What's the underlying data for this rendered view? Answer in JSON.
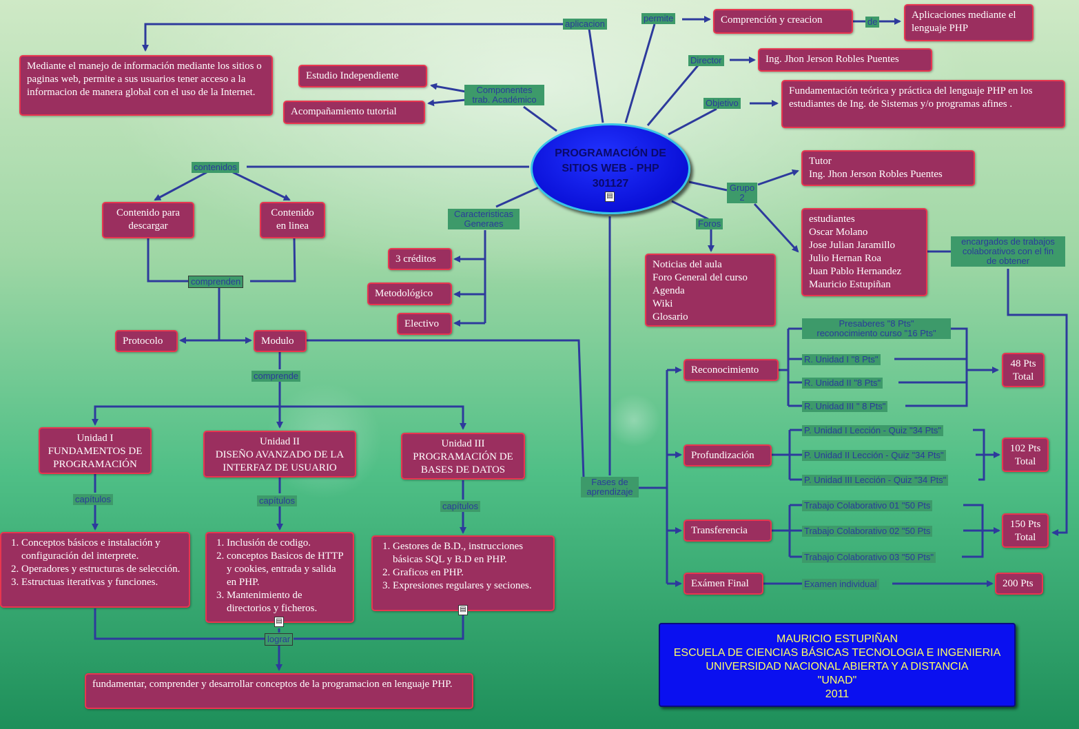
{
  "colors": {
    "node_fill": "#9b2f5f",
    "node_border": "#e8364f",
    "label_fill": "#3d9a6a",
    "label_text": "#2a3b9a",
    "line": "#2d3a9c",
    "center_fill": "#0a10d8",
    "credits_fill": "#0a10f0",
    "credits_text": "#ffff66"
  },
  "center": {
    "title": "PROGRAMACIÓN DE\nSITIOS WEB - PHP\n301127"
  },
  "labels": {
    "aplicacion": "aplicacion",
    "permite": "permite",
    "de": "de",
    "director": "Director",
    "objetivo": "Objetivo",
    "componentes": "Componentes\ntrab. Académico",
    "contenidos": "contenidos",
    "caracteristicas": "Caracteristicas\nGeneraes",
    "grupo": "Grupo\n2",
    "foros": "Foros",
    "comprenden": "comprenden",
    "comprende": "comprende",
    "capitulos": "capítulos",
    "lograr": "lograr",
    "fases": "Fases de\naprendizaje",
    "encargados": "encargados de trabajos\ncolaborativos con el fin\nde obtener",
    "examen_individual": "Examen individual"
  },
  "nodes": {
    "aplicacion_text": "Mediante el manejo de información mediante los sitios o paginas web, permite a sus usuarios tener acceso a la informacion de manera global con el uso de la Internet.",
    "comprension": "Comprención y creacion",
    "aplicaciones_php": "Aplicaciones mediante el lenguaje PHP",
    "director_name": "Ing. Jhon Jerson Robles Puentes",
    "objetivo_text": "Fundamentación teórica y práctica del lenguaje PHP en los estudiantes de Ing. de Sistemas y/o programas afines .",
    "estudio": "Estudio Independiente",
    "acompanamiento": "Acompañamiento tutorial",
    "tutor": "Tutor\nIng. Jhon Jerson Robles Puentes",
    "estudiantes": "estudiantes\nOscar Molano\nJose Julian Jaramillo\nJulio Hernan Roa\nJuan Pablo Hernandez\nMauricio Estupiñan",
    "contenido_descargar": "Contenido para\ndescargar",
    "contenido_linea": "Contenido\nen linea",
    "creditos": "3 créditos",
    "metodologico": "Metodológico",
    "electivo": "Electivo",
    "foros_list": "Noticias del aula\nForo General del curso\nAgenda\nWiki\nGlosario",
    "protocolo": "Protocolo",
    "modulo": "Modulo",
    "unidad1": "Unidad I\nFUNDAMENTOS DE\nPROGRAMACIÓN",
    "unidad2": "Unidad II\nDISEÑO AVANZADO DE LA\nINTERFAZ DE USUARIO",
    "unidad3": "Unidad III\nPROGRAMACIÓN DE\nBASES DE DATOS",
    "lograr_text": "fundamentar, comprender y desarrollar conceptos de la programacion en lenguaje PHP.",
    "reconocimiento": "Reconocimiento",
    "profundizacion": "Profundización",
    "transferencia": "Transferencia",
    "examen_final": "Exámen Final",
    "total_48": "48 Pts\nTotal",
    "total_102": "102 Pts\nTotal",
    "total_150": "150 Pts\nTotal",
    "pts_200": "200 Pts"
  },
  "unit1_items": [
    "Conceptos básicos e instalación y configuración del interprete.",
    "Operadores y estructuras de selección.",
    "Estructuas iterativas y funciones."
  ],
  "unit2_items": [
    "Inclusión de codigo.",
    "conceptos Basicos de HTTP y cookies, entrada y salida en PHP.",
    "Mantenimiento de directorios y ficheros."
  ],
  "unit3_items": [
    "Gestores de B.D., instrucciones básicas SQL y B.D en PHP.",
    " Graficos en PHP.",
    " Expresiones regulares y seciones."
  ],
  "reconocimiento_items": [
    "Presaberes \"8 Pts\"\nreconocimiento curso \"16 Pts\"",
    "R. Unidad I \"8 Pts\"",
    "R. Unidad II \"8 Pts\"",
    "R. Unidad III \" 8 Pts\""
  ],
  "profundizacion_items": [
    "P. Unidad I Lección - Quiz \"34 Pts\"",
    "P. Unidad II Lección - Quiz \"34 Pts\"",
    "P. Unidad III Lección - Quiz \"34 Pts\""
  ],
  "transferencia_items": [
    "Trabajo Colaborativo  01 \"50 Pts",
    "Trabajo Colaborativo  02 \"50 Pts",
    "Trabajo Colaborativo 03 \"50 Pts\""
  ],
  "credits": [
    "MAURICIO ESTUPIÑAN",
    "ESCUELA DE CIENCIAS BÁSICAS TECNOLOGIA E INGENIERIA",
    "UNIVERSIDAD NACIONAL ABIERTA Y A DISTANCIA",
    "\"UNAD\"",
    "2011"
  ]
}
